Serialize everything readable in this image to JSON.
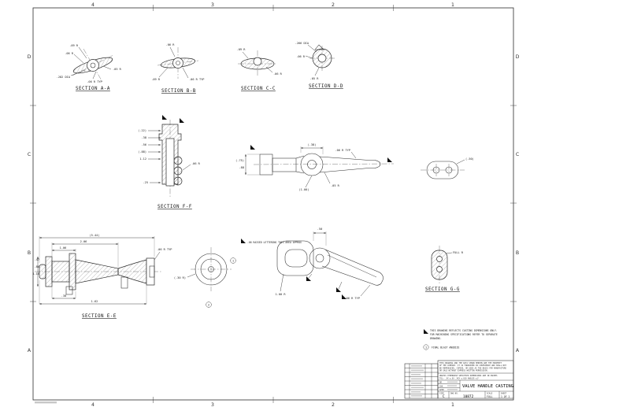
{
  "sheet": {
    "zones_top": [
      "4",
      "3",
      "2",
      "1"
    ],
    "zones_bottom": [
      "4",
      "3",
      "2",
      "1"
    ],
    "zones_left": [
      "D",
      "C",
      "B",
      "A"
    ],
    "zones_right": [
      "D",
      "C",
      "B",
      "A"
    ]
  },
  "section_labels": {
    "aa": "SECTION A-A",
    "bb": "SECTION B-B",
    "cc": "SECTION C-C",
    "dd": "SECTION D-D",
    "ff": "SECTION F-F",
    "ee": "SECTION E-E",
    "gg": "SECTION G-G"
  },
  "dims": {
    "aa1": ".09 R",
    "aa2": ".06 R",
    "aa3": ".282 DIA",
    "aa4": ".06 R TYP",
    "aa5": ".05 R",
    "bb1": ".06 R",
    "bb2": ".09 R",
    "bb3": ".06 R TYP",
    "cc1": ".09 R",
    "cc2": ".06 R",
    "dd1": ".266 DIA",
    "dd2": ".06 R",
    "dd3": ".05 R",
    "ff1": "(.22)",
    "ff2": ".38",
    "ff3": ".56",
    "ff4": "(.88)",
    "ff5": "1.12",
    "ff6": ".25",
    "ff7": ".06 R",
    "sv1": "(.75)",
    "sv2": ".88",
    "sv3": "(.38)",
    "sv4": ".06 R TYP",
    "sv5": "(1.00)",
    "sv6": ".05 R",
    "ev1": "(.50)",
    "ee1": "(5.44)",
    "ee2": "2.06",
    "ee3": "1.06",
    "ee4": ".47",
    "ee5": ".88",
    "ee6": "1.16",
    "ee7": ".38",
    "ee8": "1.62",
    "ee9": ".06 R TYP",
    "cv1": "(.30 R)",
    "pv1": ".50",
    "pv2": "1.00 R",
    "pv3": ".06 R TYP",
    "gg1": "FULL R"
  },
  "notes": {
    "lettering_note": ".06 RAISED LETTERING THIS AREA APPROX",
    "flag_lines": [
      "THIS DRAWING REFLECTS CASTING DIMENSIONS ONLY.",
      "FOR MACHINING SPECIFICATIONS REFER TO SEPARATE",
      "DRAWING."
    ],
    "note1_num": "1",
    "note1_text": "FINAL BLAST ANODIZE",
    "ref_a": "2",
    "ref_b": "1"
  },
  "title_block": {
    "proprietary": [
      "THIS DRAWING AND THE DATA SHOWN HEREON ARE THE PROPERTY",
      "OF THE COMPANY. IT IS FURNISHED IN CONFIDENCE AND SHALL NOT",
      "BE REPRODUCED, COPIED, OR USED AS THE BASIS FOR MANUFACTURE",
      "OR SALE WITHOUT EXPRESS WRITTEN PERMISSION."
    ],
    "tol_line1": "UNLESS OTHERWISE SPECIFIED DIMENSIONS ARE IN INCHES",
    "tol_line2": "TOL: .XX ±.03  .XXX ±.010  ANGLES ±1°",
    "sig_drawn_label": "DR",
    "sig_check_label": "CHK",
    "sig_appd_label": "APPD",
    "title": "VALVE HANDLE CASTING",
    "size_label": "SIZE",
    "size_value": "C",
    "dwg_label": "DWG NO.",
    "dwg_number": "10872",
    "scale_label": "SCALE",
    "scale_value": "FULL",
    "sheet_label": "SHEET",
    "sheet_value": "1 OF 1"
  }
}
